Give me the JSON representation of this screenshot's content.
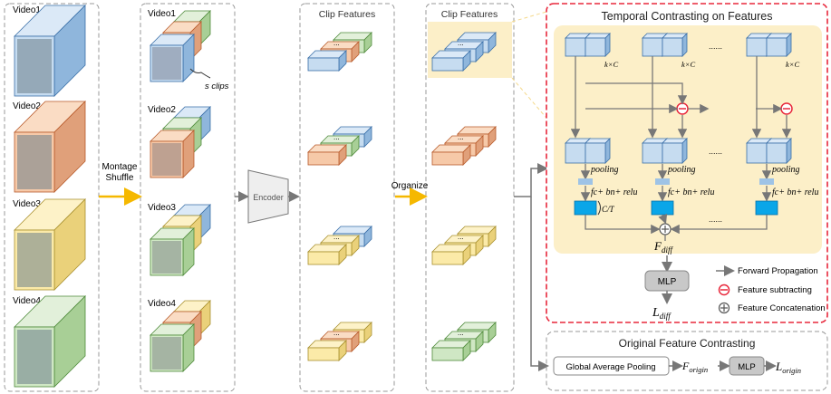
{
  "colors": {
    "blue_face": "#c6dcf0",
    "blue_top": "#dbe9f7",
    "blue_side": "#8fb6dc",
    "blue_edge": "#3a6fa8",
    "orange_face": "#f6c9a8",
    "orange_top": "#fadcc4",
    "orange_side": "#e0a07a",
    "orange_edge": "#b85a2a",
    "yellow_face": "#fbeaa8",
    "yellow_top": "#fdf2c8",
    "yellow_side": "#ead17a",
    "yellow_edge": "#a8902e",
    "green_face": "#cfe7c4",
    "green_top": "#e2f0da",
    "green_side": "#a8cf96",
    "green_edge": "#4e8a3a",
    "arrow_gray": "#777777",
    "arrow_yellow": "#f5b800",
    "red_dash": "#e8283c",
    "panel_fill": "#fcefc8",
    "cyan_box": "#0aa6e8",
    "light_blue_box": "#9ec3e6",
    "mlp_fill": "#c8c8c8"
  },
  "videos": {
    "labels": [
      "Video1",
      "Video2",
      "Video3",
      "Video4"
    ]
  },
  "montage": {
    "labels": [
      "Video1",
      "Video2",
      "Video3",
      "Video4"
    ],
    "s_clips": "s clips"
  },
  "arrows": {
    "montage_line1": "Montage",
    "montage_line2": "Shuffle",
    "encoder": "Encoder",
    "organize": "Organize"
  },
  "clip_features": {
    "title_left": "Clip Features",
    "title_right": "Clip Features"
  },
  "temporal": {
    "title": "Temporal Contrasting on Features",
    "kxc": "k×C",
    "dots": "......",
    "pooling": "pooling",
    "fc": "fc+ bn+ relu",
    "c_over_t": "C/T",
    "f_diff": "F",
    "f_diff_sub": "diff",
    "mlp": "MLP",
    "l_diff": "L",
    "l_diff_sub": "diff"
  },
  "legend": {
    "forward": "Forward Propagation",
    "subtract": "Feature subtracting",
    "concat": "Feature Concatenation"
  },
  "original": {
    "title": "Original Feature Contrasting",
    "gap": "Global Average Pooling",
    "f_origin": "F",
    "f_origin_sub": "origin",
    "mlp": "MLP",
    "l_origin": "L",
    "l_origin_sub": "origin"
  }
}
